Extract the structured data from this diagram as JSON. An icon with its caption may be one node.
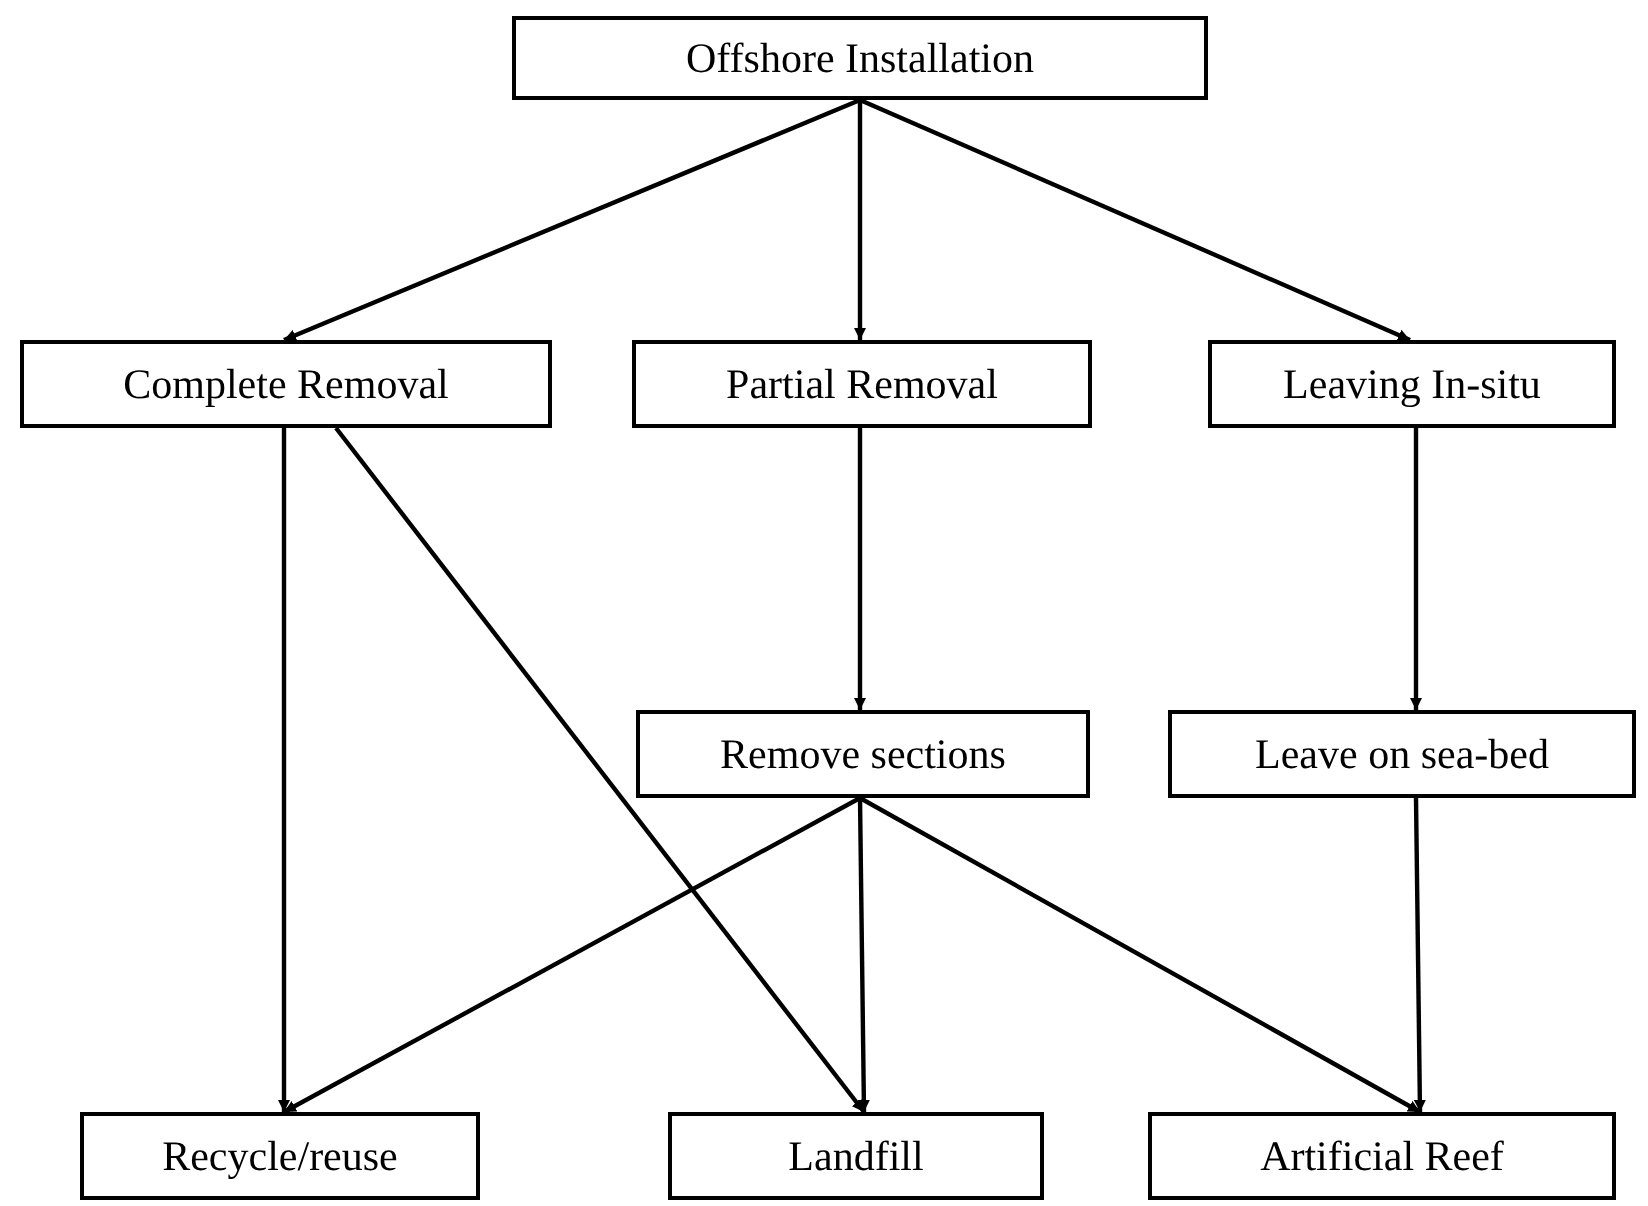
{
  "diagram": {
    "nodes": [
      {
        "text": [
          "Offshore Installation"
        ]
      },
      {
        "text": [
          "Complete Removal"
        ]
      },
      {
        "text": [
          "Partial Removal"
        ]
      },
      {
        "text": [
          "Leaving In-situ"
        ]
      },
      {
        "text": [
          "Remove sections"
        ]
      },
      {
        "text": [
          "Leave on sea-bed"
        ]
      },
      {
        "text": [
          "Recycle/reuse"
        ]
      },
      {
        "text": [
          "Landfill"
        ]
      },
      {
        "text": [
          "Artificial Reef"
        ]
      }
    ],
    "edges": [
      {
        "from": 0,
        "to": 1,
        "arrow": "to"
      },
      {
        "from": 0,
        "to": 2,
        "arrow": "to"
      },
      {
        "from": 0,
        "to": 3,
        "arrow": "to"
      },
      {
        "from": 1,
        "to": 6,
        "arrow": "to"
      },
      {
        "from": 1,
        "to": 7,
        "arrow": "to"
      },
      {
        "from": 2,
        "to": 4,
        "arrow": "to"
      },
      {
        "from": 3,
        "to": 5,
        "arrow": "to"
      },
      {
        "from": 4,
        "to": 6,
        "arrow": "to"
      },
      {
        "from": 4,
        "to": 7,
        "arrow": "to"
      },
      {
        "from": 4,
        "to": 8,
        "arrow": "to"
      },
      {
        "from": 5,
        "to": 8,
        "arrow": "to"
      }
    ]
  }
}
